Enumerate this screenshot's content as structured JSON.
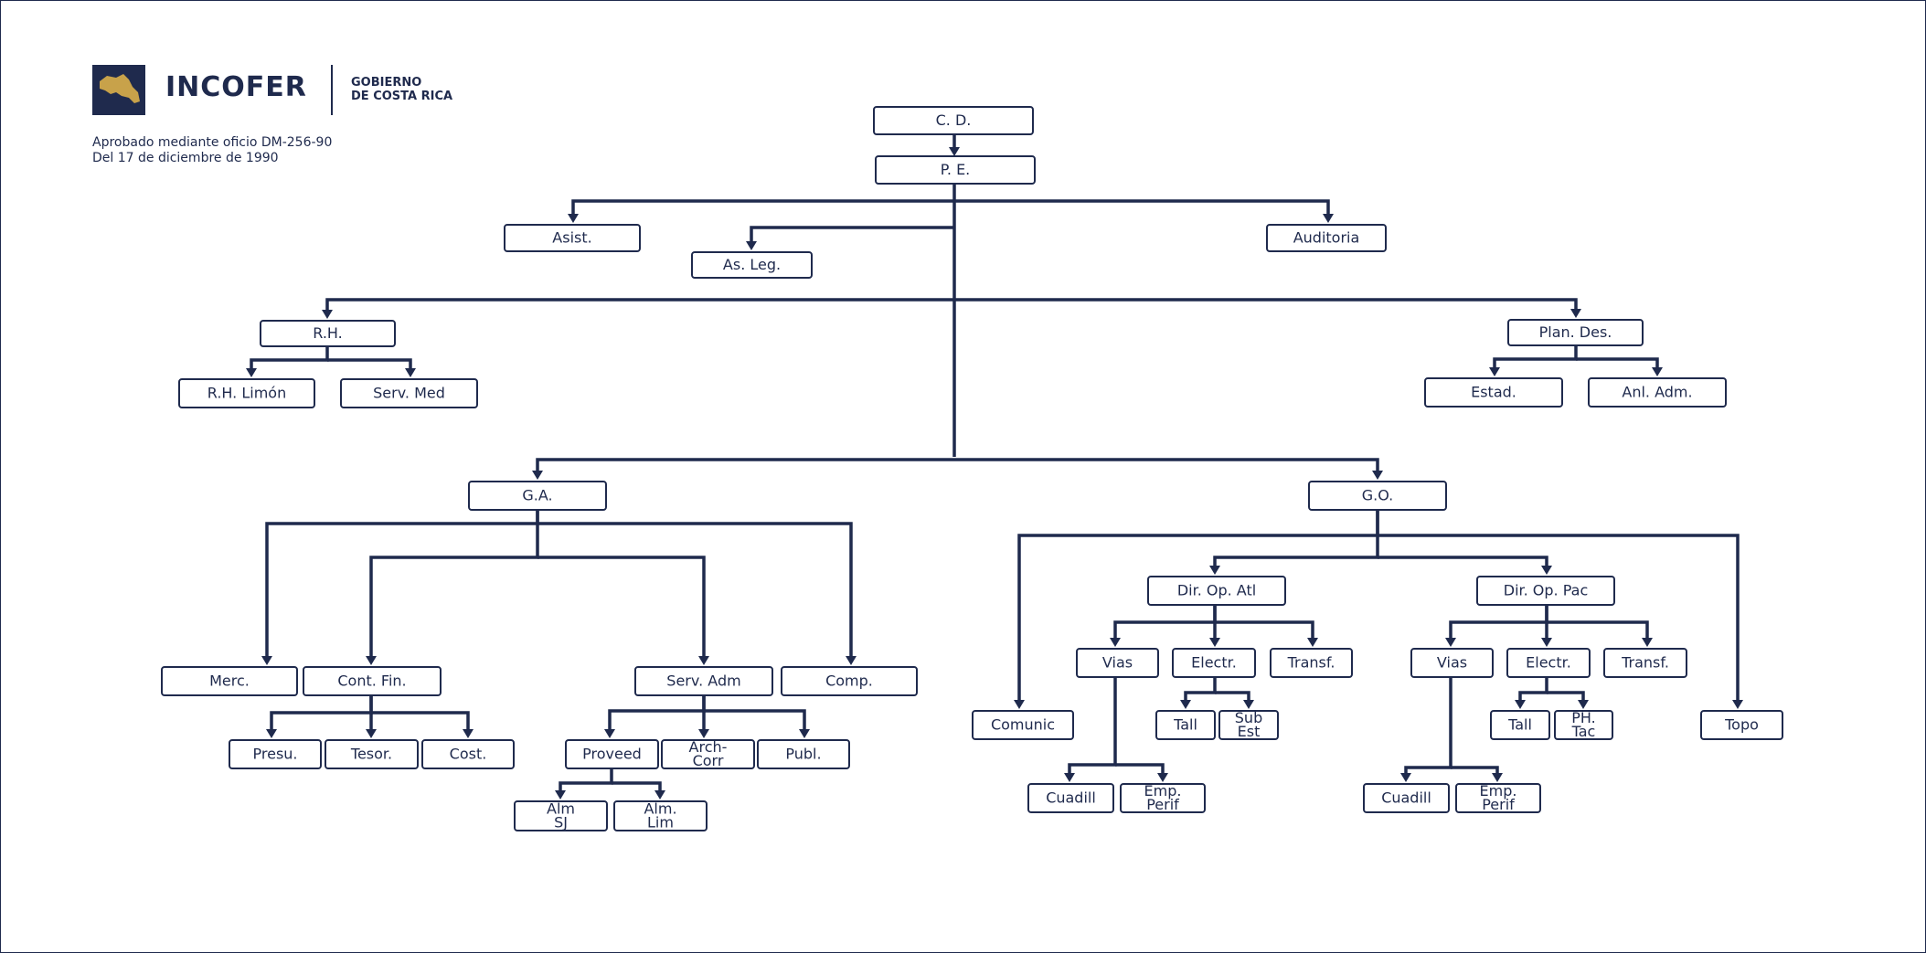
{
  "header": {
    "brand": "INCOFER",
    "government_line1": "GOBIERNO",
    "government_line2": "DE COSTA RICA",
    "approval_line1": "Aprobado mediante oficio DM-256-90",
    "approval_line2": "Del 17 de diciembre de 1990"
  },
  "colors": {
    "primary": "#1f2a4d",
    "accent": "#c8a24a",
    "background": "#ffffff"
  },
  "logo": {
    "icon": "costa-rica-map-icon"
  },
  "org_chart": {
    "nodes": [
      {
        "id": "cd",
        "label": [
          "C. D."
        ]
      },
      {
        "id": "pe",
        "label": [
          "P. E."
        ]
      },
      {
        "id": "asist",
        "label": [
          "Asist."
        ]
      },
      {
        "id": "asleg",
        "label": [
          "As. Leg."
        ]
      },
      {
        "id": "auditoria",
        "label": [
          "Auditoria"
        ]
      },
      {
        "id": "rh",
        "label": [
          "R.H."
        ]
      },
      {
        "id": "rhlimon",
        "label": [
          "R.H. Limón"
        ]
      },
      {
        "id": "servmed",
        "label": [
          "Serv. Med"
        ]
      },
      {
        "id": "plandes",
        "label": [
          "Plan. Des."
        ]
      },
      {
        "id": "estad",
        "label": [
          "Estad."
        ]
      },
      {
        "id": "anladm",
        "label": [
          "Anl. Adm."
        ]
      },
      {
        "id": "ga",
        "label": [
          "G.A."
        ]
      },
      {
        "id": "go",
        "label": [
          "G.O."
        ]
      },
      {
        "id": "merc",
        "label": [
          "Merc."
        ]
      },
      {
        "id": "contfin",
        "label": [
          "Cont. Fin."
        ]
      },
      {
        "id": "servadm",
        "label": [
          "Serv. Adm"
        ]
      },
      {
        "id": "comp",
        "label": [
          "Comp."
        ]
      },
      {
        "id": "presu",
        "label": [
          "Presu."
        ]
      },
      {
        "id": "tesor",
        "label": [
          "Tesor."
        ]
      },
      {
        "id": "cost",
        "label": [
          "Cost."
        ]
      },
      {
        "id": "proveed",
        "label": [
          "Proveed"
        ]
      },
      {
        "id": "archcorr",
        "label": [
          "Arch-",
          "Corr"
        ]
      },
      {
        "id": "publ",
        "label": [
          "Publ."
        ]
      },
      {
        "id": "almsj",
        "label": [
          "Alm",
          "SJ"
        ]
      },
      {
        "id": "almlim",
        "label": [
          "Alm.",
          "Lim"
        ]
      },
      {
        "id": "comunic",
        "label": [
          "Comunic"
        ]
      },
      {
        "id": "diratl",
        "label": [
          "Dir. Op. Atl"
        ]
      },
      {
        "id": "dirpac",
        "label": [
          "Dir. Op. Pac"
        ]
      },
      {
        "id": "topo",
        "label": [
          "Topo"
        ]
      },
      {
        "id": "vias1",
        "label": [
          "Vias"
        ]
      },
      {
        "id": "electr1",
        "label": [
          "Electr."
        ]
      },
      {
        "id": "transf1",
        "label": [
          "Transf."
        ]
      },
      {
        "id": "tall1",
        "label": [
          "Tall"
        ]
      },
      {
        "id": "subest",
        "label": [
          "Sub",
          "Est"
        ]
      },
      {
        "id": "cuadill1",
        "label": [
          "Cuadill"
        ]
      },
      {
        "id": "empperif1",
        "label": [
          "Emp.",
          "Perif"
        ]
      },
      {
        "id": "vias2",
        "label": [
          "Vias"
        ]
      },
      {
        "id": "electr2",
        "label": [
          "Electr."
        ]
      },
      {
        "id": "transf2",
        "label": [
          "Transf."
        ]
      },
      {
        "id": "tall2",
        "label": [
          "Tall"
        ]
      },
      {
        "id": "phtac",
        "label": [
          "PH.",
          "Tac"
        ]
      },
      {
        "id": "cuadill2",
        "label": [
          "Cuadill"
        ]
      },
      {
        "id": "empperif2",
        "label": [
          "Emp.",
          "Perif"
        ]
      }
    ]
  }
}
